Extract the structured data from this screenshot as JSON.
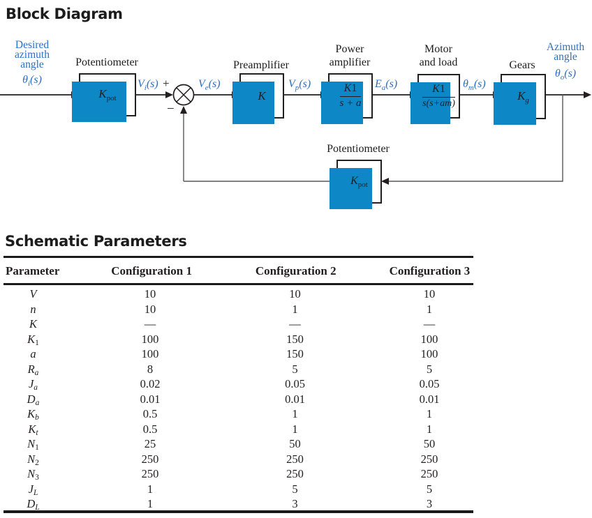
{
  "page": {
    "title": "Block Diagram",
    "section2_title": "Schematic Parameters"
  },
  "colors": {
    "accent_blue": "#0E87C6",
    "signal_blue": "#2D6FC0",
    "line_black": "#231F20",
    "feedback_gray": "#55575B"
  },
  "diagram": {
    "input_label": {
      "line1": "Desired",
      "line2": "azimuth",
      "line3": "angle",
      "signal_base": "θ",
      "signal_sub": "i",
      "signal_post": "(s)"
    },
    "output_label": {
      "line1": "Azimuth",
      "line2": "angle",
      "signal_base": "θ",
      "signal_sub": "o",
      "signal_post": "(s)"
    },
    "blocks": {
      "pot1": {
        "label": "Potentiometer",
        "sym": "K",
        "sub": "pot"
      },
      "preamp": {
        "label": "Preamplifier",
        "sym": "K"
      },
      "poweramp": {
        "label1": "Power",
        "label2": "amplifier",
        "num": "K",
        "num_sub": "1",
        "den": "s + a"
      },
      "motor": {
        "label1": "Motor",
        "label2": "and load",
        "num": "K",
        "num_sub": "1",
        "den_pre": "s(s+a",
        "den_sub": "m",
        "den_post": ")"
      },
      "gears": {
        "label": "Gears",
        "sym": "K",
        "sub": "g"
      },
      "pot2": {
        "label": "Potentiometer",
        "sym": "K",
        "sub": "pot"
      }
    },
    "signals": {
      "vi": {
        "base": "V",
        "sub": "i",
        "post": "(s)"
      },
      "plus": "+",
      "minus": "−",
      "ve": {
        "base": "V",
        "sub": "e",
        "post": "(s)"
      },
      "vp": {
        "base": "V",
        "sub": "p",
        "post": "(s)"
      },
      "ea": {
        "base": "E",
        "sub": "a",
        "post": "(s)"
      },
      "theta_m": {
        "base": "θ",
        "sub": "m",
        "post": "(s)"
      },
      "theta_o": {
        "base": "θ",
        "sub": "o",
        "post": "(s)"
      }
    }
  },
  "table": {
    "headers": [
      "Parameter",
      "Configuration 1",
      "Configuration 2",
      "Configuration 3"
    ],
    "rows": [
      {
        "param": {
          "base": "V"
        },
        "values": [
          "10",
          "10",
          "10"
        ]
      },
      {
        "param": {
          "base": "n"
        },
        "values": [
          "10",
          "1",
          "1"
        ]
      },
      {
        "param": {
          "base": "K"
        },
        "values": [
          "—",
          "—",
          "—"
        ]
      },
      {
        "param": {
          "base": "K",
          "sub": "1"
        },
        "values": [
          "100",
          "150",
          "100"
        ]
      },
      {
        "param": {
          "base": "a"
        },
        "values": [
          "100",
          "150",
          "100"
        ]
      },
      {
        "param": {
          "base": "R",
          "sub": "a"
        },
        "values": [
          "8",
          "5",
          "5"
        ]
      },
      {
        "param": {
          "base": "J",
          "sub": "a"
        },
        "values": [
          "0.02",
          "0.05",
          "0.05"
        ]
      },
      {
        "param": {
          "base": "D",
          "sub": "a"
        },
        "values": [
          "0.01",
          "0.01",
          "0.01"
        ]
      },
      {
        "param": {
          "base": "K",
          "sub": "b"
        },
        "values": [
          "0.5",
          "1",
          "1"
        ]
      },
      {
        "param": {
          "base": "K",
          "sub": "t"
        },
        "values": [
          "0.5",
          "1",
          "1"
        ]
      },
      {
        "param": {
          "base": "N",
          "sub": "1"
        },
        "values": [
          "25",
          "50",
          "50"
        ]
      },
      {
        "param": {
          "base": "N",
          "sub": "2"
        },
        "values": [
          "250",
          "250",
          "250"
        ]
      },
      {
        "param": {
          "base": "N",
          "sub": "3"
        },
        "values": [
          "250",
          "250",
          "250"
        ]
      },
      {
        "param": {
          "base": "J",
          "sub": "L"
        },
        "values": [
          "1",
          "5",
          "5"
        ]
      },
      {
        "param": {
          "base": "D",
          "sub": "L"
        },
        "values": [
          "1",
          "3",
          "3"
        ]
      }
    ]
  }
}
